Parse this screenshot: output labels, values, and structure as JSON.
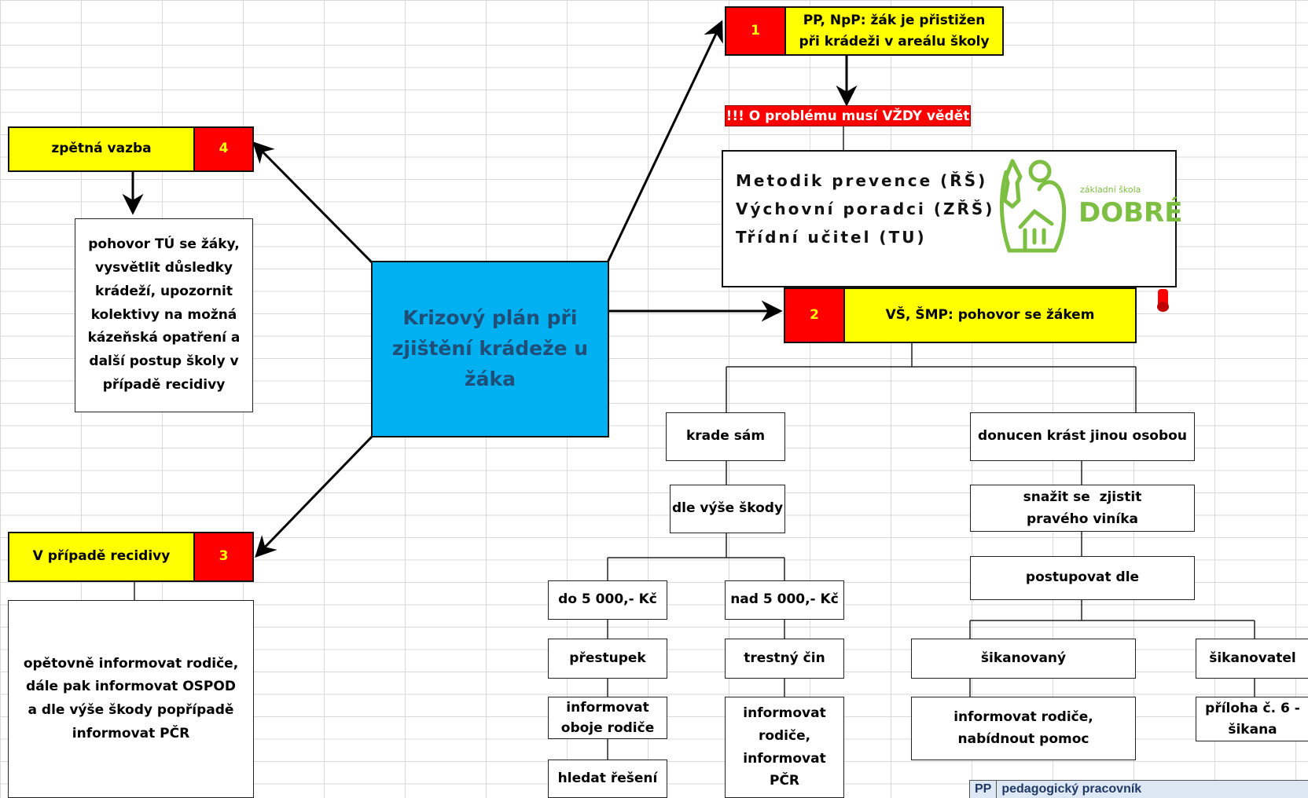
{
  "colors": {
    "yellow": "#ffff00",
    "red": "#ff0000",
    "blue": "#00b0f0",
    "number_text": "#ffff00"
  },
  "center_title": "Krizový plán při zjištění krádeže u žáka",
  "step1": {
    "number": "1",
    "text": "PP, NpP: žák je přistižen při krádeži v areálu školy"
  },
  "alert": "!!! O problému musí VŽDY vědět",
  "contacts": [
    "Metodik prevence (ŘŠ)",
    "Výchovní poradci (ZŘŠ)",
    "Třídní učitel (TU)"
  ],
  "logo": {
    "small_text": "základní škola",
    "name": "DOBRÉ",
    "icon": "school-logo-icon"
  },
  "step2": {
    "number": "2",
    "text": "VŠ, ŠMP: pohovor se žákem"
  },
  "step3": {
    "number": "3",
    "text": "V případě recidivy"
  },
  "step4": {
    "number": "4",
    "text": "zpětná vazba"
  },
  "feedback_text": "pohovor TÚ se žáky, vysvětlit důsledky krádeží, upozornit kolektivy na možná kázeňská opatření a další postup školy v případě recidivy",
  "recidivism_text": "opětovně informovat rodiče, dále pak informovat OSPOD a dle výše škody popřípadě informovat PČR",
  "branch_alone": {
    "title": "krade sám",
    "by_damage": "dle výše škody",
    "low": {
      "title": "do 5 000,- Kč",
      "type": "přestupek",
      "action": "informovat oboje rodiče",
      "next": "hledat řešení"
    },
    "high": {
      "title": "nad 5 000,- Kč",
      "type": "trestný čin",
      "action": "informovat rodiče, informovat PČR"
    }
  },
  "branch_forced": {
    "title": "donucen krást jinou osobou",
    "find": "snažit se  zjistit pravého viníka",
    "proceed": "postupovat dle",
    "bullied": {
      "title": "šikanovaný",
      "action": "informovat rodiče, nabídnout pomoc"
    },
    "bully": {
      "title": "šikanovatel",
      "action": "příloha č. 6 - šikana"
    }
  },
  "legend": {
    "abbr": "PP",
    "meaning": "pedagogický pracovník"
  }
}
